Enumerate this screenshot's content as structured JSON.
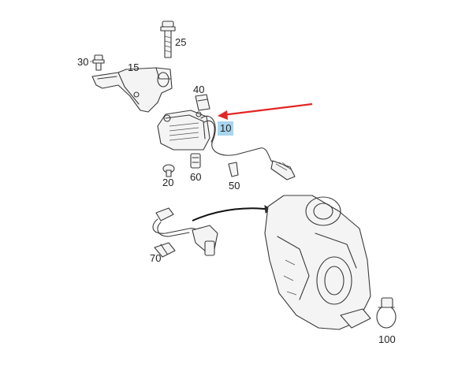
{
  "callouts": [
    {
      "id": "p25",
      "label": "25"
    },
    {
      "id": "p30",
      "label": "30"
    },
    {
      "id": "p15",
      "label": "15"
    },
    {
      "id": "p40",
      "label": "40"
    },
    {
      "id": "p10",
      "label": "10"
    },
    {
      "id": "p60",
      "label": "60"
    },
    {
      "id": "p20",
      "label": "20"
    },
    {
      "id": "p50",
      "label": "50"
    },
    {
      "id": "p70",
      "label": "70"
    },
    {
      "id": "p100",
      "label": "100"
    }
  ],
  "colors": {
    "highlight": "#a9d5ee",
    "arrow": "#e32626",
    "line": "#3a3a3a"
  }
}
